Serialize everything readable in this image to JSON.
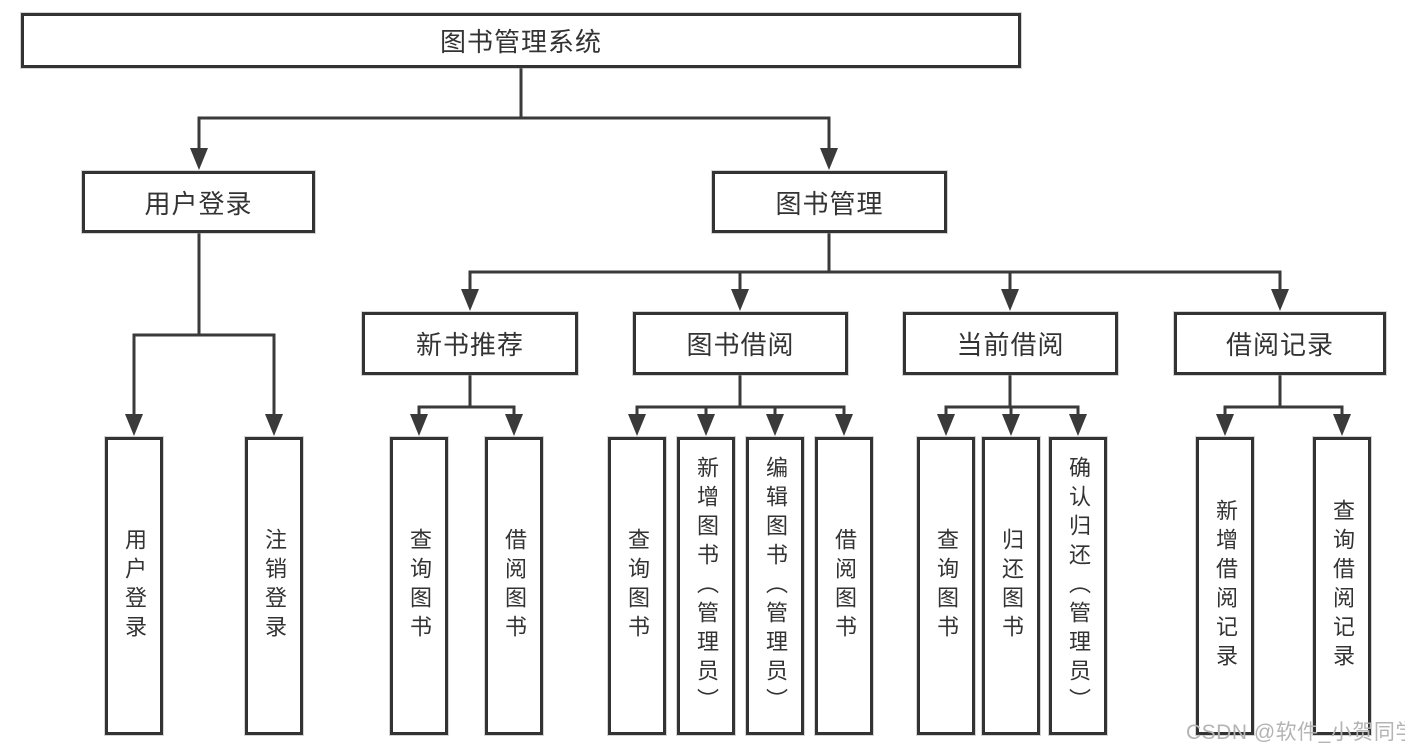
{
  "diagram": {
    "root": {
      "label": "图书管理系统"
    },
    "branches": {
      "user_login": {
        "label": "用户登录",
        "children": [
          "用户登录",
          "注销登录"
        ]
      },
      "book_mgmt": {
        "label": "图书管理",
        "children": {
          "new_book": {
            "label": "新书推荐",
            "children": [
              "查询图书",
              "借阅图书"
            ]
          },
          "book_borrow": {
            "label": "图书借阅",
            "children": [
              "查询图书",
              "新增图书（管理员）",
              "编辑图书（管理员）",
              "借阅图书"
            ]
          },
          "current_borrow": {
            "label": "当前借阅",
            "children": [
              "查询图书",
              "归还图书",
              "确认归还（管理员）"
            ]
          },
          "borrow_record": {
            "label": "借阅记录",
            "children": [
              "新增借阅记录",
              "查询借阅记录"
            ]
          }
        }
      }
    }
  },
  "watermark": {
    "text": "CSDN @软件_小贺同学",
    "color": "#b4b4b4"
  },
  "colors": {
    "line": "#3a3a3a",
    "box_border": "#333333",
    "text": "#333333",
    "background": "#ffffff"
  }
}
